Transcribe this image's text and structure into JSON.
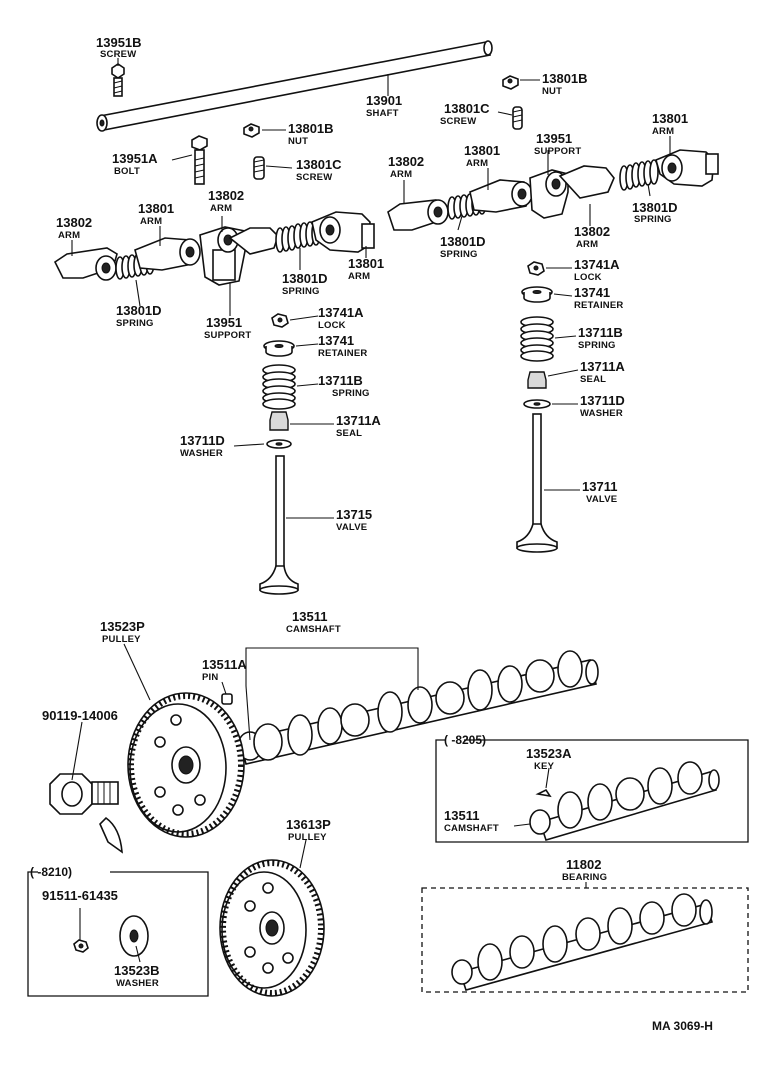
{
  "labels": [
    {
      "id": "l1",
      "part": "13951B",
      "name": "SCREW"
    },
    {
      "id": "l2",
      "part": "13901",
      "name": "SHAFT"
    },
    {
      "id": "l3",
      "part": "13801B",
      "name": "NUT"
    },
    {
      "id": "l4",
      "part": "13801C",
      "name": "SCREW"
    },
    {
      "id": "l5",
      "part": "13801B",
      "name": "NUT"
    },
    {
      "id": "l6",
      "part": "13951A",
      "name": "BOLT"
    },
    {
      "id": "l7",
      "part": "13801C",
      "name": "SCREW"
    },
    {
      "id": "l8",
      "part": "13951",
      "name": "SUPPORT"
    },
    {
      "id": "l9",
      "part": "13801",
      "name": "ARM"
    },
    {
      "id": "l10",
      "part": "13802",
      "name": "ARM"
    },
    {
      "id": "l11",
      "part": "13801",
      "name": "ARM"
    },
    {
      "id": "l12",
      "part": "13801D",
      "name": "SPRING"
    },
    {
      "id": "l13",
      "part": "13802",
      "name": "ARM"
    },
    {
      "id": "l14",
      "part": "13801D",
      "name": "SPRING"
    },
    {
      "id": "l15",
      "part": "13802",
      "name": "ARM"
    },
    {
      "id": "l16",
      "part": "13801",
      "name": "ARM"
    },
    {
      "id": "l17",
      "part": "13802",
      "name": "ARM"
    },
    {
      "id": "l18",
      "part": "13801",
      "name": "ARM"
    },
    {
      "id": "l19",
      "part": "13801D",
      "name": "SPRING"
    },
    {
      "id": "l20",
      "part": "13801D",
      "name": "SPRING"
    },
    {
      "id": "l21",
      "part": "13951",
      "name": "SUPPORT"
    },
    {
      "id": "l22",
      "part": "13741A",
      "name": "LOCK"
    },
    {
      "id": "l23",
      "part": "13741",
      "name": "RETAINER"
    },
    {
      "id": "l24",
      "part": "13711B",
      "name": "SPRING"
    },
    {
      "id": "l25",
      "part": "13711A",
      "name": "SEAL"
    },
    {
      "id": "l26",
      "part": "13711D",
      "name": "WASHER"
    },
    {
      "id": "l27",
      "part": "13715",
      "name": "VALVE"
    },
    {
      "id": "l28",
      "part": "13741A",
      "name": "LOCK"
    },
    {
      "id": "l29",
      "part": "13741",
      "name": "RETAINER"
    },
    {
      "id": "l30",
      "part": "13711B",
      "name": "SPRING"
    },
    {
      "id": "l31",
      "part": "13711A",
      "name": "SEAL"
    },
    {
      "id": "l32",
      "part": "13711D",
      "name": "WASHER"
    },
    {
      "id": "l33",
      "part": "13711",
      "name": "VALVE"
    },
    {
      "id": "l34",
      "part": "13523P",
      "name": "PULLEY"
    },
    {
      "id": "l35",
      "part": "13511",
      "name": "CAMSHAFT"
    },
    {
      "id": "l36",
      "part": "13511A",
      "name": "PIN"
    },
    {
      "id": "l37",
      "part": "90119-14006",
      "name": ""
    },
    {
      "id": "l38",
      "part": "13523A",
      "name": "KEY"
    },
    {
      "id": "l39",
      "part": "13511",
      "name": "CAMSHAFT"
    },
    {
      "id": "l40",
      "part": "13613P",
      "name": "PULLEY"
    },
    {
      "id": "l41",
      "part": "11802",
      "name": "BEARING"
    },
    {
      "id": "l42",
      "part": "91511-61435",
      "name": ""
    },
    {
      "id": "l43",
      "part": "13523B",
      "name": "WASHER"
    }
  ],
  "boxes": {
    "box_right_range": "(      -8205)",
    "box_left_range": "(      -8210)"
  },
  "reference": "MA  3069-H"
}
